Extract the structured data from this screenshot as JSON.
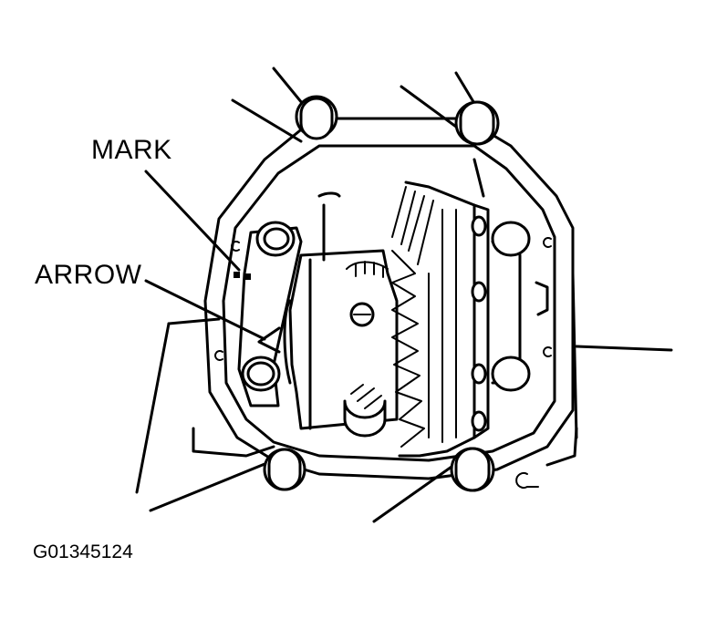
{
  "labels": {
    "mark": "MARK",
    "arrow": "ARROW"
  },
  "figure_id": "G01345124",
  "colors": {
    "ink": "#000000",
    "background": "#ffffff"
  }
}
